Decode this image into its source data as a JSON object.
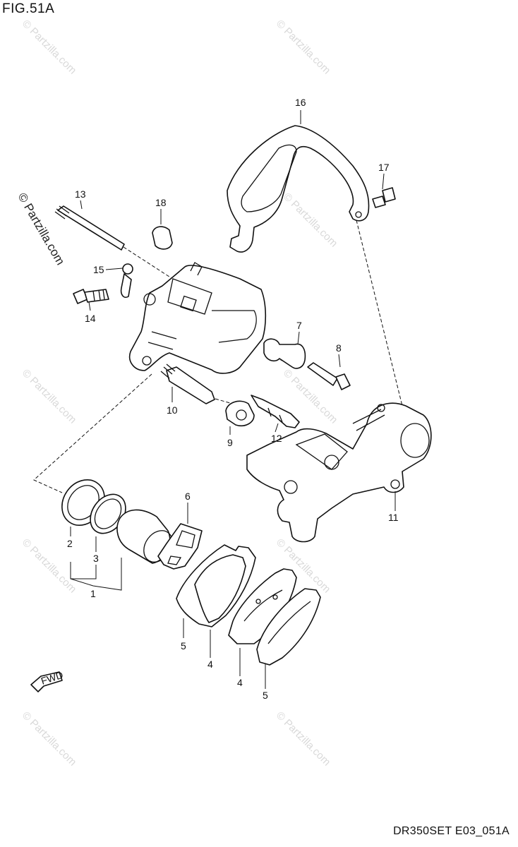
{
  "figure": {
    "title": "FIG.51A",
    "code": "DR350SET E03_051A"
  },
  "watermark": {
    "text": "© Partzilla.com",
    "side_text": "© Partzilla.com"
  },
  "fwd_label": "FWD",
  "labels": {
    "p1": "1",
    "p2": "2",
    "p3": "3",
    "p4a": "4",
    "p4b": "4",
    "p5a": "5",
    "p5b": "5",
    "p6": "6",
    "p7": "7",
    "p8": "8",
    "p9": "9",
    "p10": "10",
    "p11": "11",
    "p12": "12",
    "p13": "13",
    "p14": "14",
    "p15": "15",
    "p16": "16",
    "p17": "17",
    "p18": "18"
  }
}
